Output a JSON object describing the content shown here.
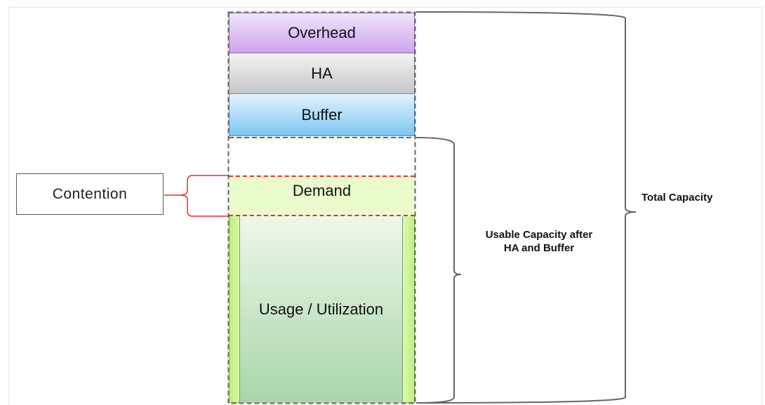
{
  "layers": {
    "overhead": "Overhead",
    "ha": "HA",
    "buffer": "Buffer",
    "demand": "Demand",
    "usage": "Usage / Utilization"
  },
  "callouts": {
    "contention": "Contention",
    "usable_capacity": "Usable Capacity after HA and Buffer",
    "total_capacity": "Total Capacity"
  },
  "colors": {
    "overhead": "#cda4ec",
    "ha": "#c7c7c7",
    "buffer": "#7ec6f4",
    "demand": "#eafccc",
    "usage": "#a7d6a9",
    "contention_line": "#e53030"
  }
}
